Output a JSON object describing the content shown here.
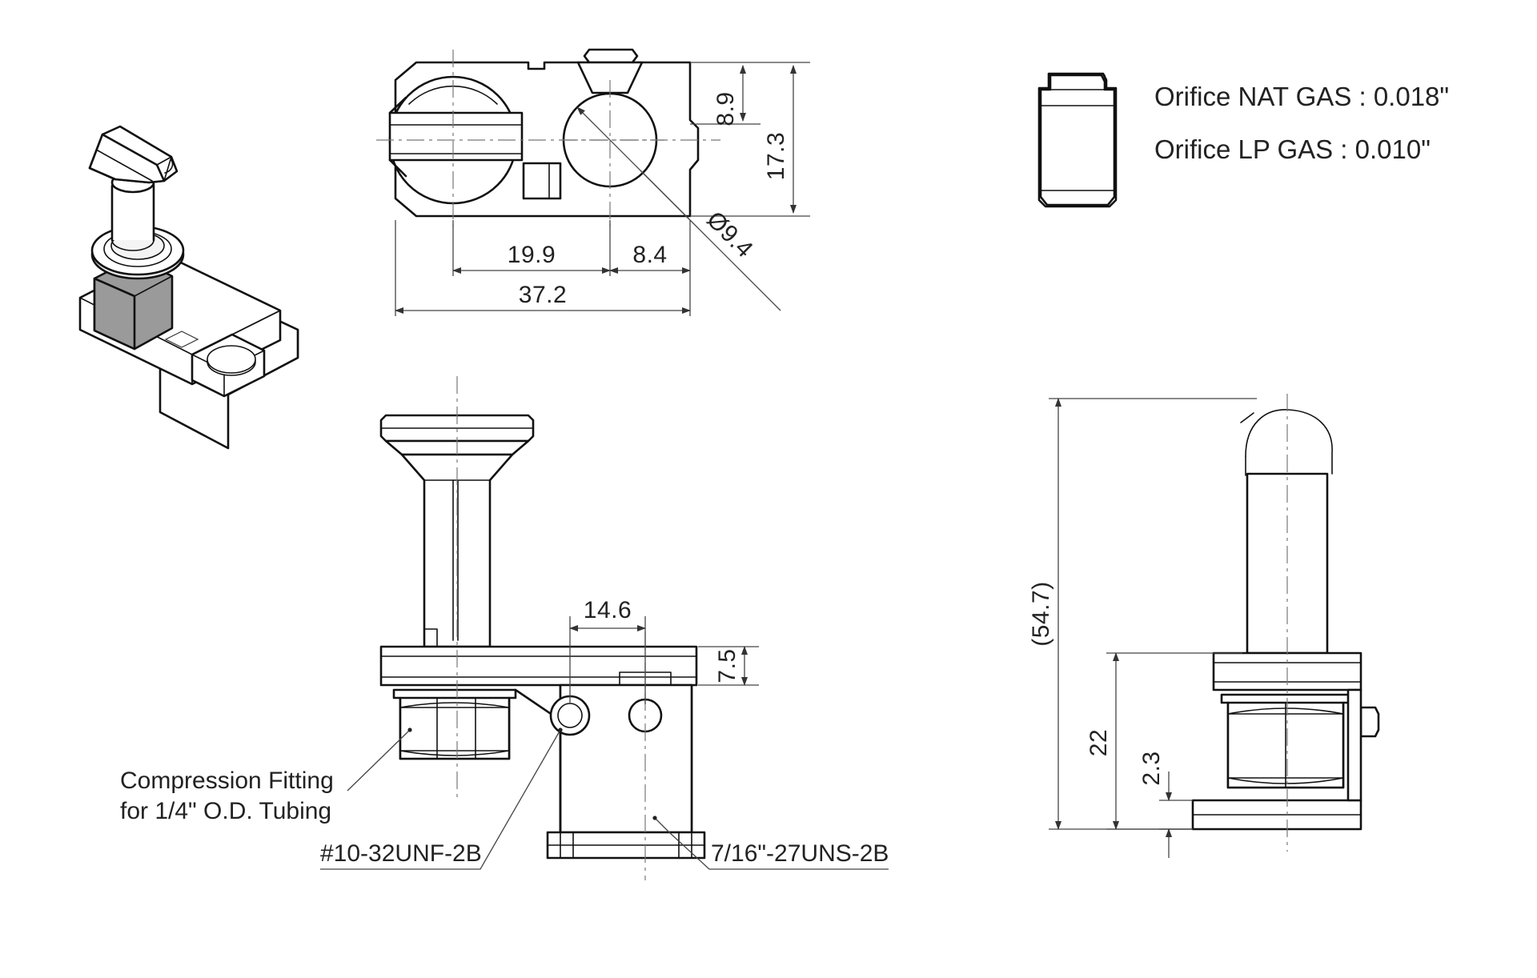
{
  "drawing": {
    "title": "Gas valve / pilot burner assembly engineering drawing",
    "units_note": "millimeters unless noted",
    "line_color": "#111111",
    "dim_color": "#444444",
    "center_color": "#777777",
    "background": "#ffffff"
  },
  "views": {
    "iso": {
      "name": "isometric-view",
      "label": ""
    },
    "top": {
      "name": "top-view",
      "label": ""
    },
    "front": {
      "name": "front-view",
      "label": ""
    },
    "side": {
      "name": "side-view",
      "label": ""
    },
    "orifice": {
      "name": "orifice-detail-view",
      "label": ""
    }
  },
  "dimensions": {
    "top_view": [
      {
        "id": "d-8-9",
        "value": "8.9",
        "orientation": "vertical"
      },
      {
        "id": "d-17-3",
        "value": "17.3",
        "orientation": "vertical"
      },
      {
        "id": "d-dia-9-4",
        "value": "Ø9.4",
        "orientation": "leader"
      },
      {
        "id": "d-19-9",
        "value": "19.9",
        "orientation": "horizontal"
      },
      {
        "id": "d-8-4",
        "value": "8.4",
        "orientation": "horizontal"
      },
      {
        "id": "d-37-2",
        "value": "37.2",
        "orientation": "horizontal"
      }
    ],
    "front_view": [
      {
        "id": "d-14-6",
        "value": "14.6",
        "orientation": "horizontal"
      },
      {
        "id": "d-7-5",
        "value": "7.5",
        "orientation": "vertical"
      }
    ],
    "side_view": [
      {
        "id": "d-54-7",
        "value": "(54.7)",
        "orientation": "vertical"
      },
      {
        "id": "d-22",
        "value": "22",
        "orientation": "vertical"
      },
      {
        "id": "d-2-3",
        "value": "2.3",
        "orientation": "vertical"
      }
    ]
  },
  "callouts": {
    "compression_fitting": {
      "line1": "Compression Fitting",
      "line2": "for 1/4\" O.D. Tubing"
    },
    "thread_left": "#10-32UNF-2B",
    "thread_right": "7/16\"-27UNS-2B"
  },
  "notes": {
    "orifice_nat_gas": "Orifice NAT GAS : 0.018\"",
    "orifice_lp_gas": "Orifice LP GAS : 0.010\""
  }
}
